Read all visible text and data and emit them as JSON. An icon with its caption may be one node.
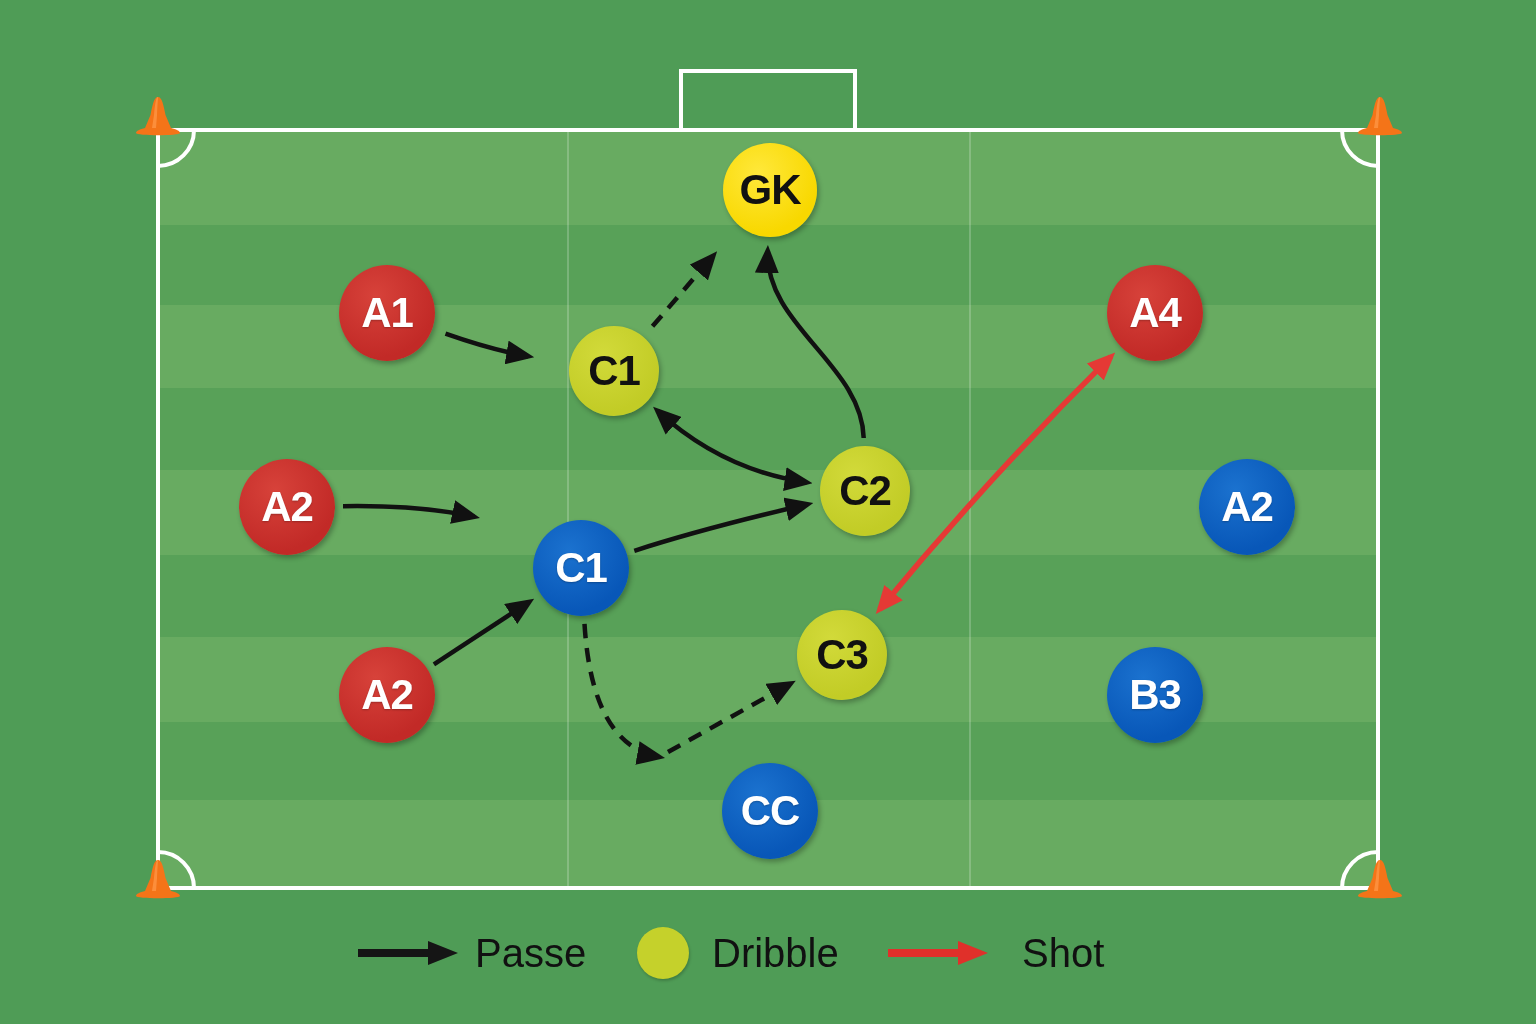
{
  "diagram": {
    "nodes": [
      {
        "text": [
          "GK"
        ]
      },
      {
        "text": [
          "A1"
        ]
      },
      {
        "text": [
          "C1"
        ]
      },
      {
        "text": [
          "A4"
        ]
      },
      {
        "text": [
          "A2"
        ]
      },
      {
        "text": [
          "C2"
        ]
      },
      {
        "text": [
          "A2"
        ]
      },
      {
        "text": [
          "C1"
        ]
      },
      {
        "text": [
          "C3"
        ]
      },
      {
        "text": [
          "A2"
        ]
      },
      {
        "text": [
          "B3"
        ]
      },
      {
        "text": [
          "CC"
        ]
      }
    ],
    "edges": [
      {
        "from": 1,
        "to": 2,
        "arrow": "to"
      },
      {
        "from": 2,
        "to": 0,
        "arrow": "to",
        "style": "dashed"
      },
      {
        "from": 5,
        "to": 0,
        "arrow": "to"
      },
      {
        "from": 2,
        "to": 5,
        "arrow": "both"
      },
      {
        "from": 7,
        "to": 5,
        "arrow": "to"
      },
      {
        "from": 4,
        "to": null,
        "arrow": "to"
      },
      {
        "from": 9,
        "to": 7,
        "arrow": "to"
      },
      {
        "from": 7,
        "to": null,
        "arrow": "to",
        "style": "dashed"
      },
      {
        "from": null,
        "to": 8,
        "arrow": "to",
        "style": "dashed"
      },
      {
        "from": 8,
        "to": 3,
        "arrow": "both",
        "color": "#e53935"
      }
    ],
    "legend": [
      {
        "text": "Passe"
      },
      {
        "text": "Dribble",
        "color": "#c5d12b"
      },
      {
        "text": "Shot"
      }
    ]
  }
}
